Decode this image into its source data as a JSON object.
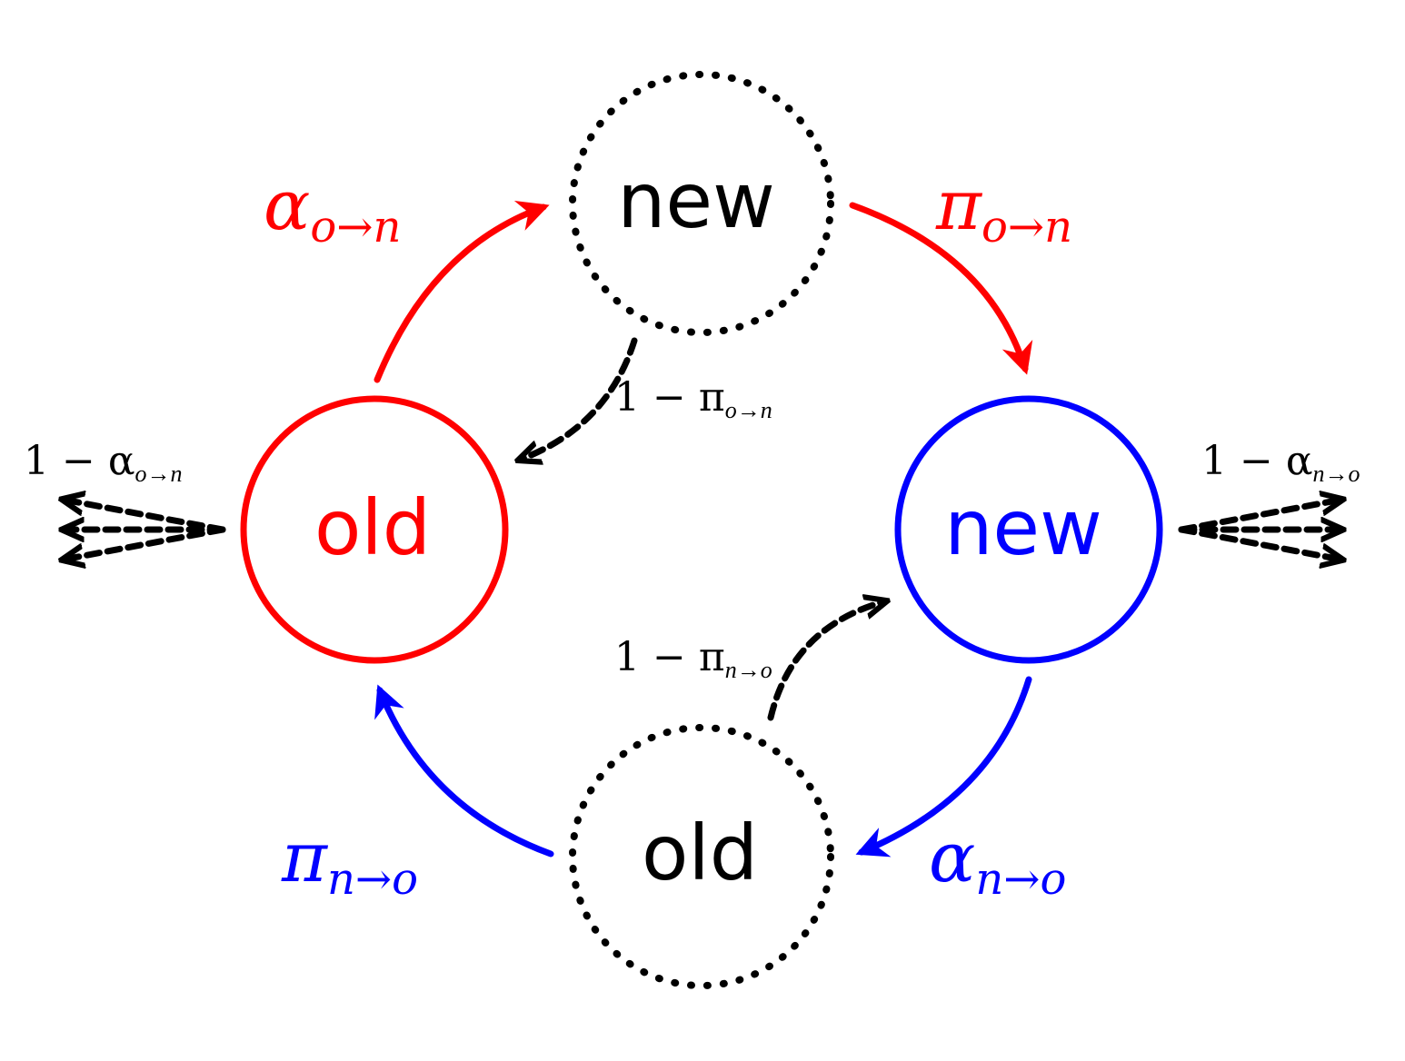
{
  "nodes": {
    "old_red": {
      "label": "old",
      "color": "#ff0000"
    },
    "new_blue": {
      "label": "new",
      "color": "#0000ff"
    },
    "new_dotted": {
      "label": "new",
      "color": "#000000"
    },
    "old_dotted": {
      "label": "old",
      "color": "#000000"
    }
  },
  "edges": {
    "alpha_on": {
      "symbol": "α",
      "sub": "o→n",
      "color": "#ff0000"
    },
    "pi_on": {
      "symbol": "π",
      "sub": "o→n",
      "color": "#ff0000"
    },
    "alpha_no": {
      "symbol": "α",
      "sub": "n→o",
      "color": "#0000ff"
    },
    "pi_no": {
      "symbol": "π",
      "sub": "n→o",
      "color": "#0000ff"
    },
    "one_minus_pi_on": {
      "prefix": "1 − π",
      "sub": "o→n"
    },
    "one_minus_pi_no": {
      "prefix": "1 − π",
      "sub": "n→o"
    },
    "one_minus_alpha_on": {
      "prefix": "1 − α",
      "sub": "o→n"
    },
    "one_minus_alpha_no": {
      "prefix": "1 − α",
      "sub": "n→o"
    }
  }
}
